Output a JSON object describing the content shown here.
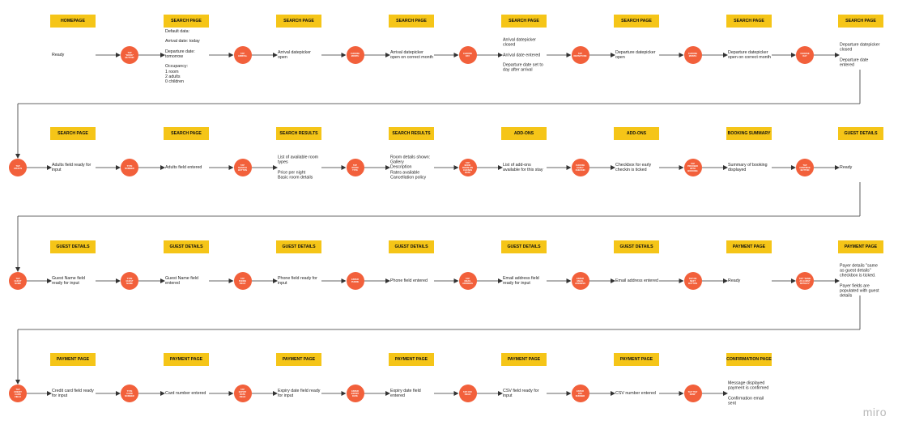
{
  "board": {
    "brand": "miro",
    "rows": [
      {
        "labels": [
          "HOMEPAGE",
          "SEARCH PAGE",
          "SEARCH PAGE",
          "SEARCH PAGE",
          "SEARCH PAGE",
          "SEARCH PAGE",
          "SEARCH PAGE",
          "SEARCH PAGE"
        ],
        "states": [
          "Ready",
          "Default data:\n\nArrival date: today\n\nDeparture date:\ntomorrow\n\nOccupancy:\n1 room\n2 adults\n0 children",
          "Arrival datepicker\nopen",
          "Arrival datepicker\nopen on correct month",
          "Arrival datepicker\nclosed\n\nArrival date entered\n\nDeparture date set to\nday after arrival",
          "Departure datepicker\nopen",
          "Departure datepicker\nopen on correct month",
          "Departure datepicker\nclosed\n\nDeparture date\nentered"
        ],
        "actions": [
          "TAP\n\"BOOK\"\nBUTTON",
          "TAP\nARRIVAL",
          "CHOOSE\nMONTH",
          "CHOOSE\nDAY",
          "TAP\nDEPARTURE",
          "CHOOSE\nMONTH",
          "CHOOSE\nDAY"
        ]
      },
      {
        "labels": [
          "SEARCH PAGE",
          "SEARCH PAGE",
          "SEARCH RESULTS",
          "SEARCH RESULTS",
          "ADD-ONS",
          "ADD-ONS",
          "BOOKING SUMMARY",
          "GUEST DETAILS"
        ],
        "states": [
          "Adults field ready for\ninput",
          "Adults field entered",
          "List of available room\ntypes\n\nPrice per night\nBasic room details",
          "Room details shown:\nGallery\nDescription\nRates available\nCancellation policy",
          "List of add-ons\navailable for this stay",
          "Checkbox for early\ncheckin is ticked",
          "Summary of booking\ndisplayed",
          "Ready"
        ],
        "lead_action": "TAP\nADULTS",
        "actions": [
          "TYPE\nNUMBER",
          "TAP\nSEARCH\nBUTTON",
          "TAP\nROOM\nTYPE",
          "TAP\nBOOK\nROOM ON\nCHOSEN\nDATE",
          "CHOOSE\nEARLY\nCHECKIN",
          "TAP\nPROCEED\nWITH\nBOOKING",
          "TAP\nCONTINUE\nBUTTON"
        ]
      },
      {
        "labels": [
          "GUEST DETAILS",
          "GUEST DETAILS",
          "GUEST DETAILS",
          "GUEST DETAILS",
          "GUEST DETAILS",
          "GUEST DETAILS",
          "PAYMENT PAGE",
          "PAYMENT PAGE"
        ],
        "states": [
          "Guest Name field\nready for input",
          "Guest Name field\nentered",
          "Phone field ready for\ninput",
          "Phone field entered",
          "Email address field\nready for input",
          "Email address entered",
          "Ready",
          "Payer details \"same\nas guest details\"\ncheckbox is ticked.\n\nPayer fields are\npopulated with guest\ndetails"
        ],
        "lead_action": "TAP\nGUEST\nNAME",
        "actions": [
          "TYPE\nGUEST\nNAME",
          "TAP\nPHONE\nFIELD",
          "ENTER\nPHONE",
          "TAP\nEMAIL\nADDRESS",
          "ENTER\nEMAIL\nADDRESS",
          "TAP ON\nNEXT\nBUTTON",
          "TAP \"SAME\nAS GUEST\nDETAILS\""
        ]
      },
      {
        "labels": [
          "PAYMENT PAGE",
          "PAYMENT PAGE",
          "PAYMENT PAGE",
          "PAYMENT PAGE",
          "PAYMENT PAGE",
          "PAYMENT PAGE",
          "CONFIRMATION PAGE"
        ],
        "states": [
          "Credit card field ready\nfor input",
          "Card number entered",
          "Expiry date field ready\nfor input",
          "Expiry date field\nentered",
          "CSV field ready for\ninput",
          "CSV number entered",
          "Message displayed\npayment is confirmed\n\nConfirmation email\nsent"
        ],
        "lead_action": "TAP\nCREDIT\nCARD\nFIELD",
        "actions": [
          "TYPE\nCARD\nNUMBER",
          "TAP\nEXPIRY\nDATE\nFIELD",
          "ENTER\nEXPIRY\nDATE",
          "TAP CSV\nFIELD",
          "ENTER\nCSV\nNUMBER",
          "TAP \"PAY\nNOW\""
        ]
      }
    ]
  }
}
